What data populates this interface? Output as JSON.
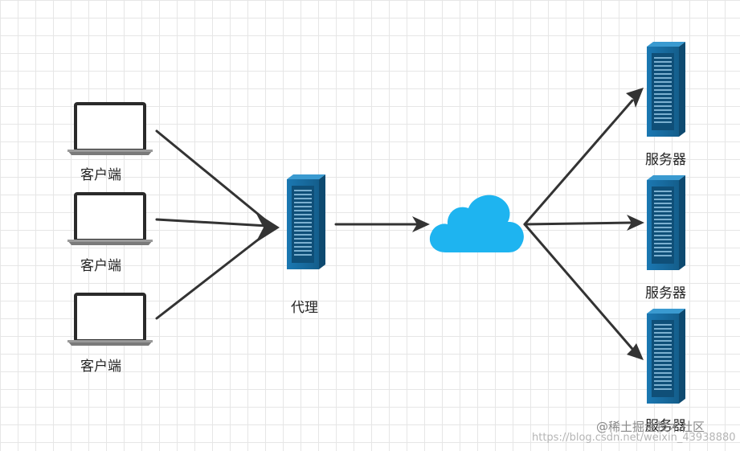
{
  "diagram": {
    "clients": [
      {
        "label": "客户端",
        "icon": "laptop-icon"
      },
      {
        "label": "客户端",
        "icon": "laptop-icon"
      },
      {
        "label": "客户端",
        "icon": "laptop-icon"
      }
    ],
    "proxy": {
      "label": "代理",
      "icon": "server-icon"
    },
    "network": {
      "icon": "cloud-icon",
      "color": "#1EB4F0"
    },
    "servers": [
      {
        "label": "服务器",
        "icon": "server-icon"
      },
      {
        "label": "服务器",
        "icon": "server-icon"
      },
      {
        "label": "服务器",
        "icon": "server-icon"
      }
    ],
    "colors": {
      "server_body": "#1A6FA3",
      "arrow": "#333333",
      "grid": "#E6E6E6"
    }
  },
  "watermark": {
    "url_text": "https://blog.csdn.net/weixin_43938880",
    "brand_text": "@稀土掘金技术社区"
  }
}
